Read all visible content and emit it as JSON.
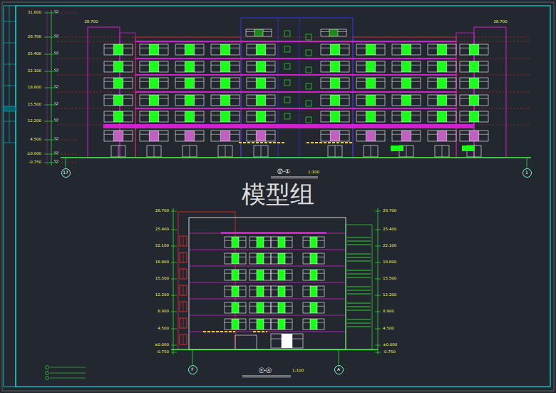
{
  "diagram": {
    "nodes": [
      {
        "text": [
          "17"
        ]
      },
      {
        "text": [
          "1"
        ]
      },
      {
        "text": [
          "F"
        ]
      },
      {
        "text": [
          "A"
        ]
      }
    ],
    "labels": [
      "模型组",
      "28.700",
      "28.700",
      "31.800",
      "28.700",
      "25.400",
      "22.100",
      "18.800",
      "15.500",
      "12.200",
      "4.500",
      "±0.000",
      "-0.750",
      "⑰-①",
      "1:100",
      "28.700",
      "25.400",
      "22.100",
      "18.800",
      "15.500",
      "12.200",
      "8.900",
      "4.500",
      "±0.000",
      "-0.750",
      "28.700",
      "25.400",
      "22.100",
      "18.800",
      "15.500",
      "12.200",
      "8.900",
      "4.500",
      "±0.000",
      "-0.750",
      "Ⓕ-Ⓐ",
      "1:100"
    ]
  }
}
